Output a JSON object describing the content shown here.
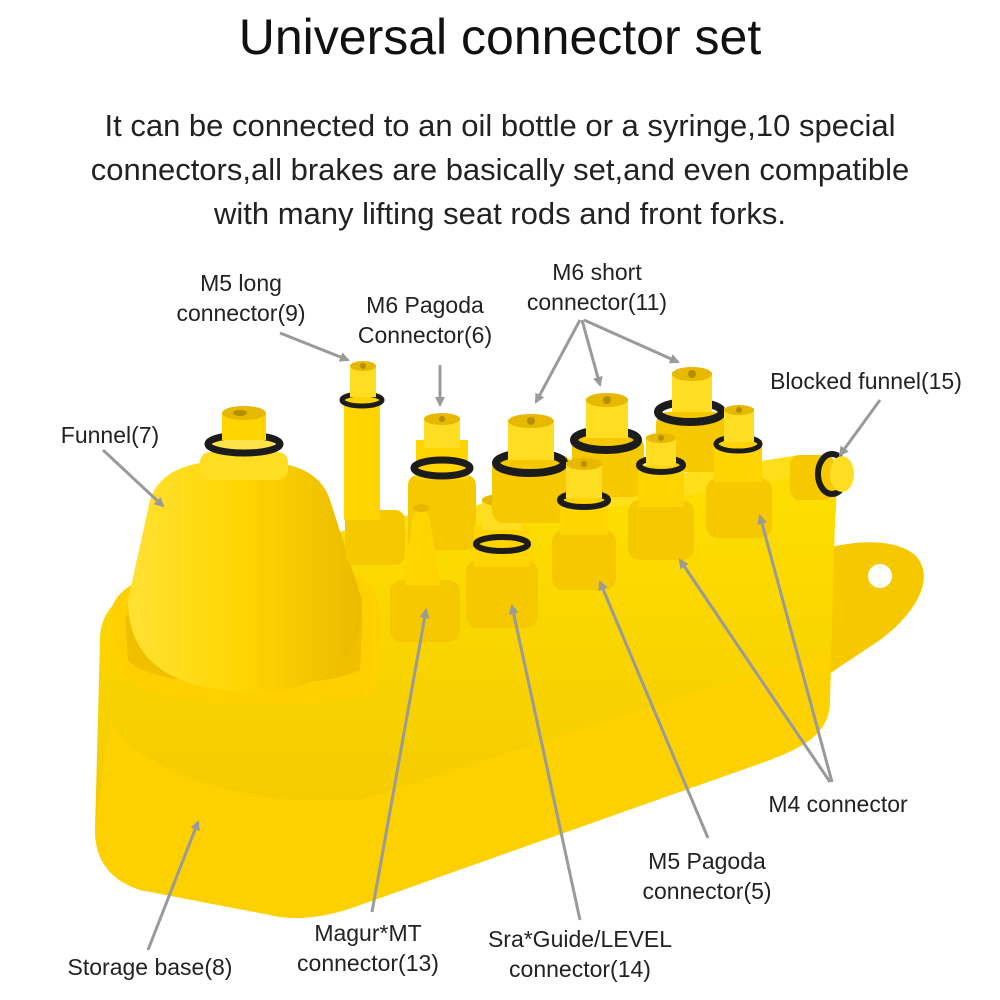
{
  "title": "Universal connector set",
  "description": [
    "It can be connected to an oil bottle or a syringe,10 special",
    "connectors,all brakes are basically set,and even compatible",
    "with many lifting seat rods and front forks."
  ],
  "labels": {
    "m5_long": [
      "M5 long",
      "connector(9)"
    ],
    "m6_pagoda": [
      "M6 Pagoda",
      "Connector(6)"
    ],
    "m6_short": [
      "M6 short",
      "connector(11)"
    ],
    "blocked_funnel": [
      "Blocked funnel(15)"
    ],
    "funnel": [
      "Funnel(7)"
    ],
    "m4": [
      "M4 connector"
    ],
    "m5_pagoda": [
      "M5 Pagoda",
      "connector(5)"
    ],
    "sram": [
      "Sra*Guide/LEVEL",
      "connector(14)"
    ],
    "magura": [
      "Magur*MT",
      "connector(13)"
    ],
    "storage_base": [
      "Storage base(8)"
    ]
  },
  "colors": {
    "yellow": "#ffd400",
    "yellow_dark": "#e8b800",
    "yellow_light": "#ffe866",
    "oring": "#1c1c1c",
    "arrow": "#9a9a9a"
  }
}
